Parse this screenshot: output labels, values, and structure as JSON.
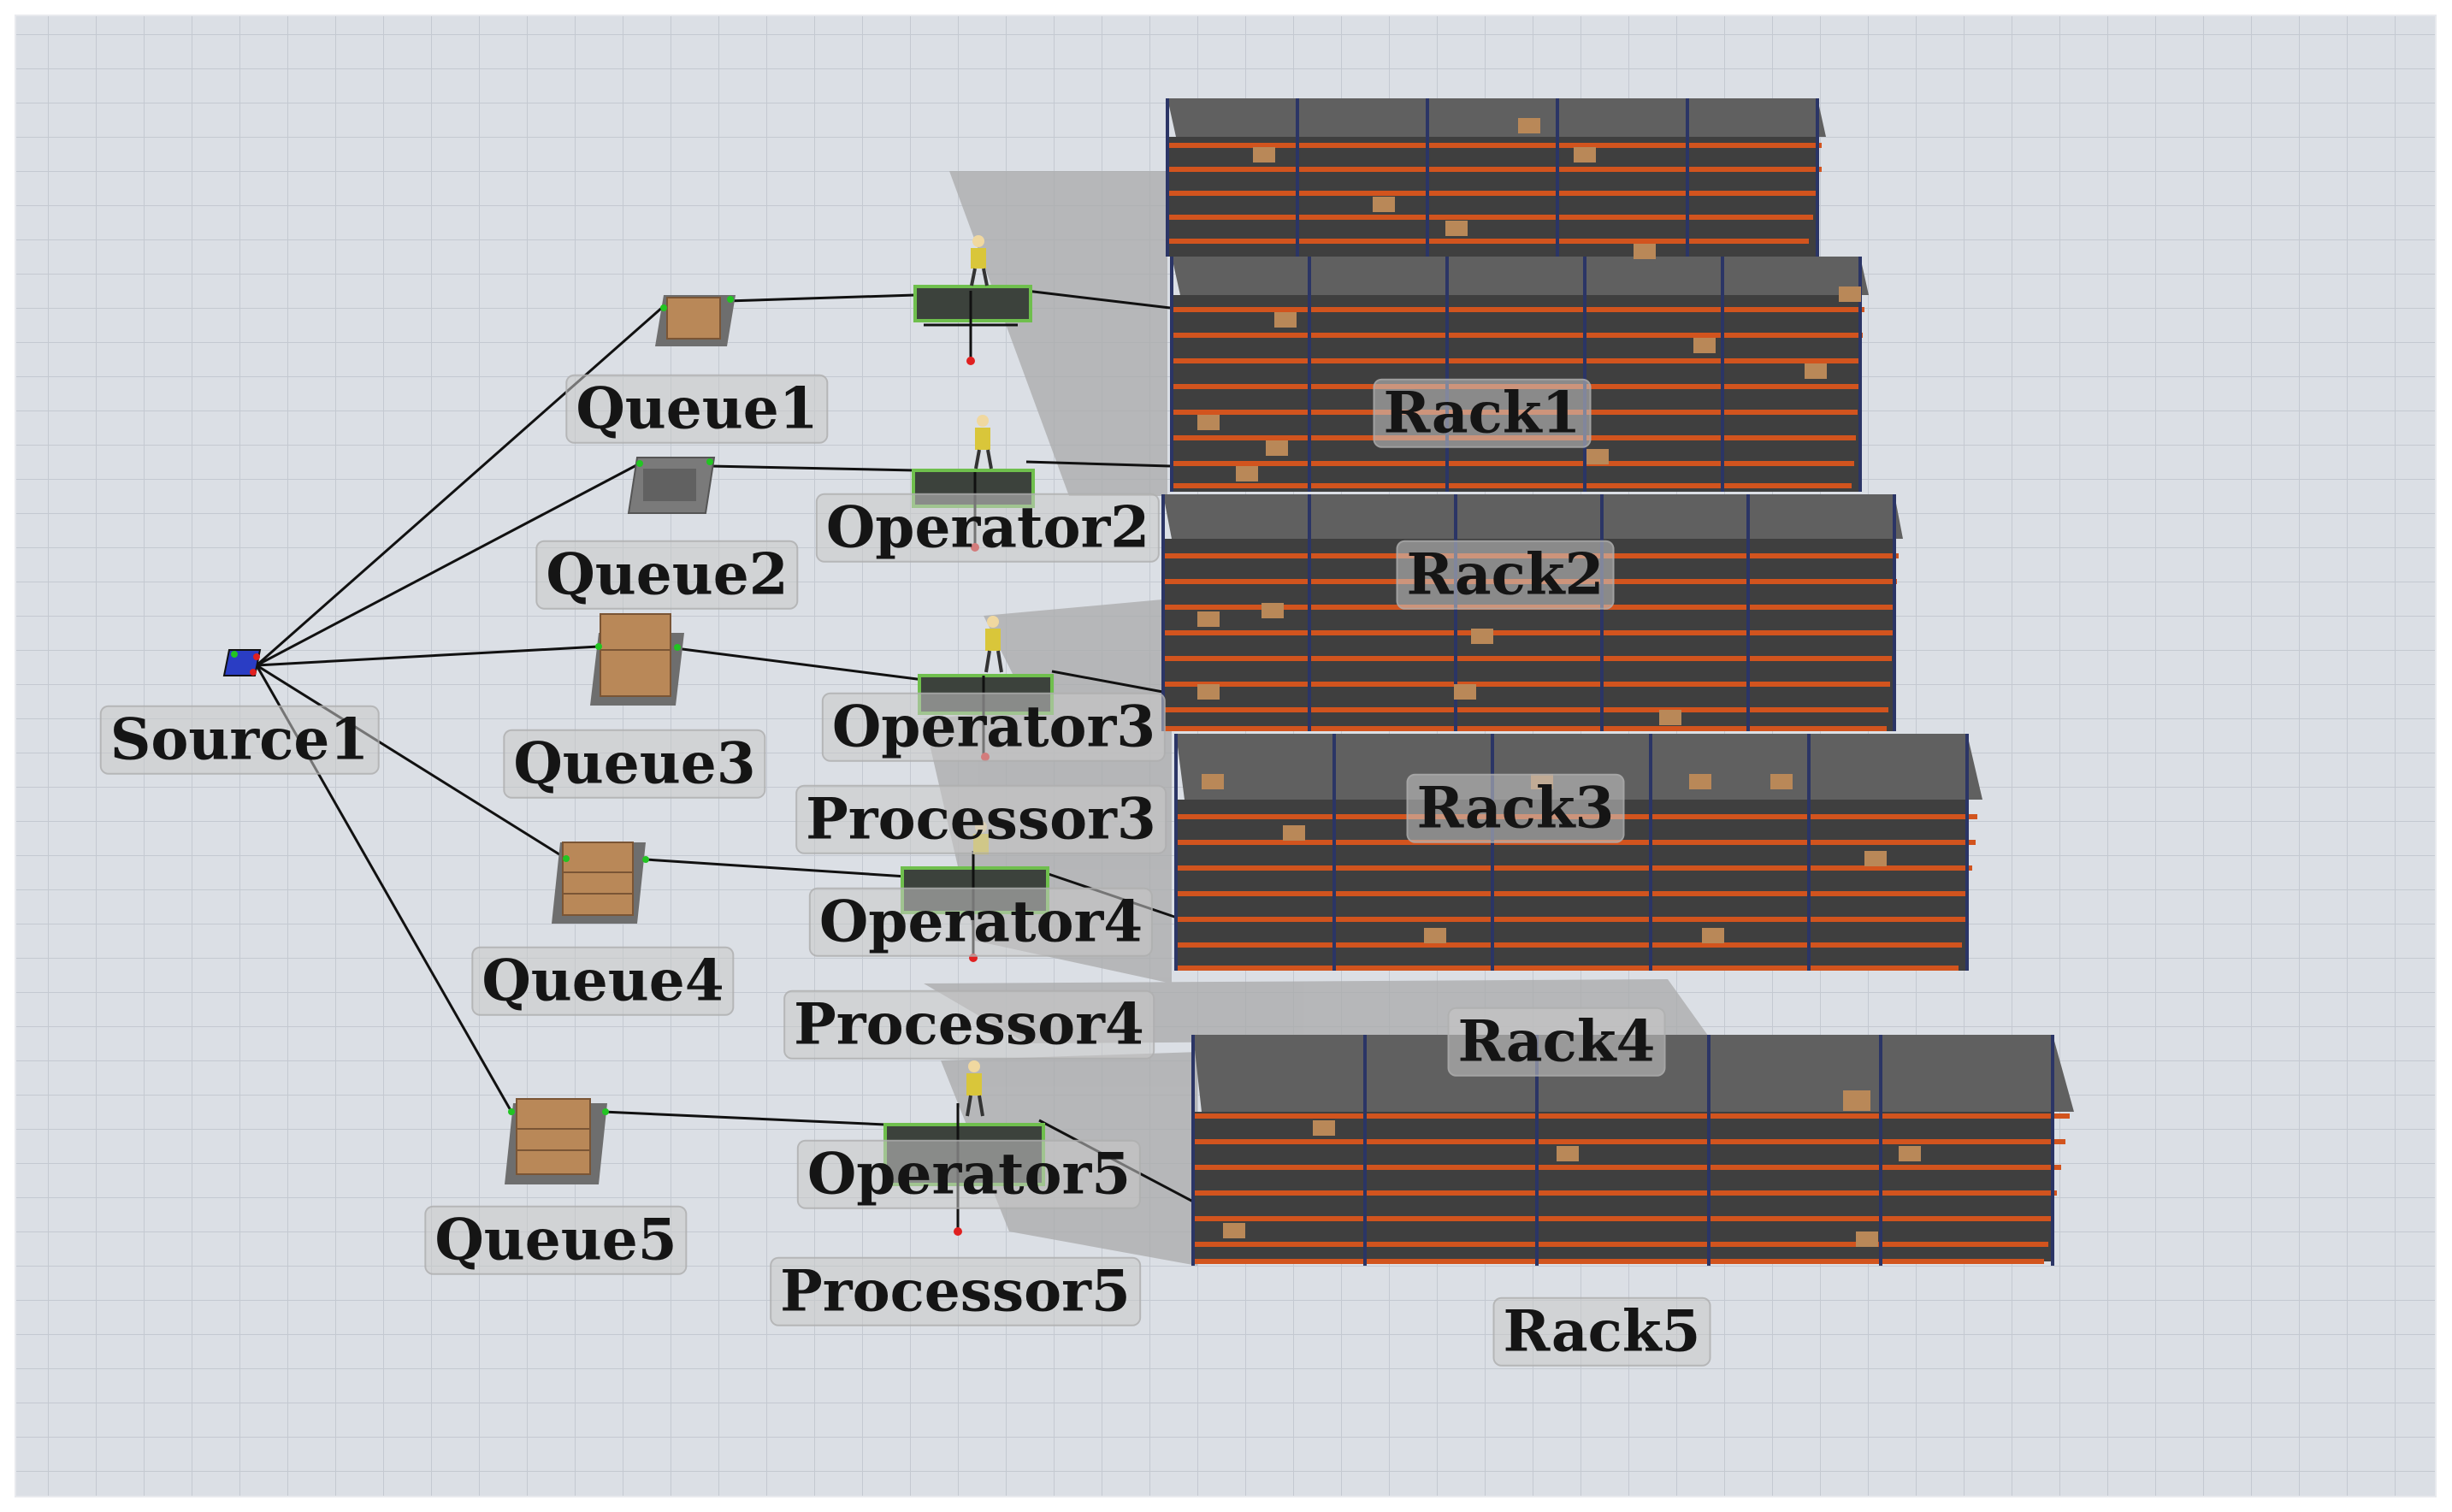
{
  "model": {
    "source": {
      "label": "Source1"
    },
    "queues": [
      {
        "label": "Queue1"
      },
      {
        "label": "Queue2"
      },
      {
        "label": "Queue3"
      },
      {
        "label": "Queue4"
      },
      {
        "label": "Queue5"
      }
    ],
    "operators": [
      {
        "label": "Operator2"
      },
      {
        "label": "Operator3"
      },
      {
        "label": "Operator4"
      },
      {
        "label": "Operator5"
      }
    ],
    "processors": [
      {
        "label": "Processor3"
      },
      {
        "label": "Processor4"
      },
      {
        "label": "Processor5"
      }
    ],
    "racks": [
      {
        "label": "Rack1"
      },
      {
        "label": "Rack2"
      },
      {
        "label": "Rack3"
      },
      {
        "label": "Rack4"
      },
      {
        "label": "Rack5"
      }
    ]
  },
  "colors": {
    "floor": "#d9dde3",
    "grid": "#c2c8d0",
    "rack_top": "#5e5e5e",
    "rack_shelf": "#d2541e",
    "rack_upright": "#2b3566",
    "rack_back": "#3c3c3c",
    "box": "#b98858",
    "queue_base": "#6e6e6e",
    "processor_body": "#3c423c",
    "processor_base": "#6fbf4d",
    "operator_body": "#d9c63a",
    "source": "#2a3dc4",
    "port_in": "#22c422",
    "port_out": "#e02020",
    "connector": "#111111",
    "shadow": "#a8a8a8"
  }
}
